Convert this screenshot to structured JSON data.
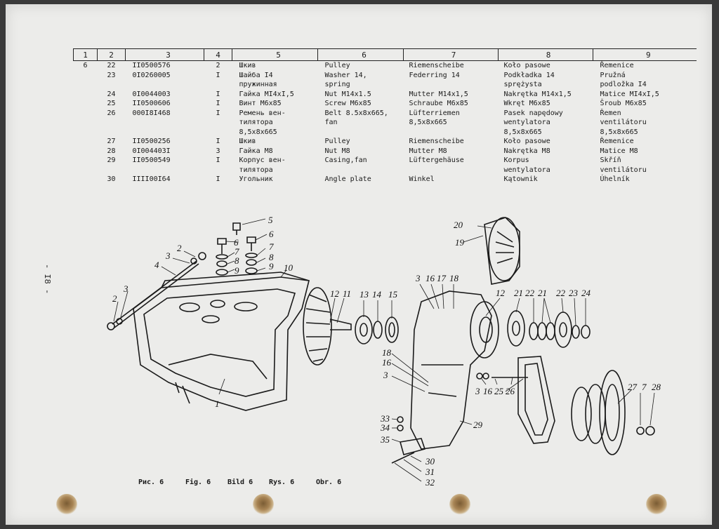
{
  "header": [
    "1",
    "2",
    "3",
    "4",
    "5",
    "6",
    "7",
    "8",
    "9"
  ],
  "page_number": "- I8 -",
  "rows": [
    {
      "c1": "6",
      "c2": "22",
      "c3": "II0500576",
      "c4": "2",
      "c5": "Шкив",
      "c6": "Pulley",
      "c7": "Riemenscheibe",
      "c8": "Koło pasowe",
      "c9": "Řemenice"
    },
    {
      "c1": "",
      "c2": "23",
      "c3": "0I0260005",
      "c4": "I",
      "c5": "Шайба I4\nпружинная",
      "c6": "Washer 14,\nspring",
      "c7": "Federring 14",
      "c8": "Podkładka 14\nsprężysta",
      "c9": "Pružná\npodložka I4"
    },
    {
      "c1": "",
      "c2": "24",
      "c3": "0I0044003",
      "c4": "I",
      "c5": "Гайка MI4xI,5",
      "c6": "Nut M14x1.5",
      "c7": "Mutter M14x1,5",
      "c8": "Nakrętka M14x1,5",
      "c9": "Matice MI4xI,5"
    },
    {
      "c1": "",
      "c2": "25",
      "c3": "II0500606",
      "c4": "I",
      "c5": "Винт M6x85",
      "c6": "Screw M6x85",
      "c7": "Schraube M6x85",
      "c8": "Wkręt M6x85",
      "c9": "Šroub M6x85"
    },
    {
      "c1": "",
      "c2": "26",
      "c3": "000I8I468",
      "c4": "I",
      "c5": "Ремень вен-\nтилятора\n8,5x8x665",
      "c6": "Belt 8.5x8x665,\nfan",
      "c7": "Lüfterriemen\n8,5x8x665",
      "c8": "Pasek napędowy\nwentylatora\n8,5x8x665",
      "c9": "Řemen\nventilátoru\n8,5x8x665"
    },
    {
      "c1": "",
      "c2": "27",
      "c3": "II0500256",
      "c4": "I",
      "c5": "Шкив",
      "c6": "Pulley",
      "c7": "Riemenscheibe",
      "c8": "Koło pasowe",
      "c9": "Řemenice"
    },
    {
      "c1": "",
      "c2": "28",
      "c3": "0I004403I",
      "c4": "3",
      "c5": "Гайка M8",
      "c6": "Nut M8",
      "c7": "Mutter M8",
      "c8": "Nakrętka M8",
      "c9": "Matice M8"
    },
    {
      "c1": "",
      "c2": "29",
      "c3": "II0500549",
      "c4": "I",
      "c5": "Корпус вен-\nтилятора",
      "c6": "Casing,fan",
      "c7": "Lüftergehäuse",
      "c8": "Korpus\nwentylatora",
      "c9": "Skříň\nventilátoru"
    },
    {
      "c1": "",
      "c2": "30",
      "c3": "IIII00I64",
      "c4": "I",
      "c5": "Угольник",
      "c6": "Angle plate",
      "c7": "Winkel",
      "c8": "Kątownik",
      "c9": "Úhelník"
    }
  ],
  "captions": [
    "Рис. 6",
    "Fig. 6",
    "Bild 6",
    "Rys. 6",
    "Obr. 6"
  ],
  "callouts": {
    "n1": "1",
    "n2a": "2",
    "n2b": "2",
    "n3a": "3",
    "n3b": "3",
    "n3c": "3",
    "n3d": "3",
    "n4": "4",
    "n5": "5",
    "n6a": "6",
    "n6b": "6",
    "n7a": "7",
    "n7b": "7",
    "n7c": "7",
    "n8a": "8",
    "n8b": "8",
    "n9a": "9",
    "n9b": "9",
    "n10": "10",
    "n11": "11",
    "n12a": "12",
    "n12b": "12",
    "n13": "13",
    "n14": "14",
    "n15": "15",
    "n16a": "16",
    "n16b": "16",
    "n16c": "16",
    "n17": "17",
    "n18a": "18",
    "n18b": "18",
    "n19": "19",
    "n20": "20",
    "n21a": "21",
    "n21b": "21",
    "n22a": "22",
    "n22b": "22",
    "n23": "23",
    "n24": "24",
    "n25": "25",
    "n26": "26",
    "n27": "27",
    "n28": "28",
    "n29": "29",
    "n30": "30",
    "n31": "31",
    "n32": "32",
    "n33": "33",
    "n34": "34",
    "n35": "35"
  }
}
